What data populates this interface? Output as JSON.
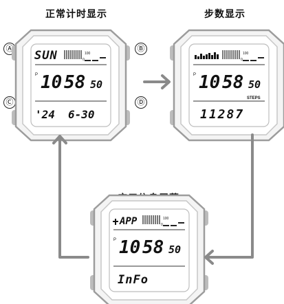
{
  "titles": {
    "normal": "正常计时显示",
    "steps": "步数显示",
    "app": "应用信息屏幕"
  },
  "buttons": {
    "a": "Ⓐ",
    "b": "Ⓑ",
    "c": "Ⓒ",
    "d": "Ⓓ"
  },
  "watches": {
    "normal": {
      "top": "SUN",
      "pm": "P",
      "hours": "10",
      "mins": "58",
      "secs": "50",
      "date_year": "'24",
      "date": "6-30",
      "scale_max": "100",
      "scale_min": "0"
    },
    "steps": {
      "pm": "P",
      "hours": "10",
      "mins": "58",
      "secs": "50",
      "steps_label": "STEPS",
      "steps_value": "11287",
      "scale_max": "100",
      "scale_min": "0"
    },
    "app": {
      "top": "APP",
      "pm": "P",
      "hours": "10",
      "mins": "58",
      "secs": "50",
      "bottom": "InFo",
      "scale_max": "100",
      "scale_min": "0"
    }
  }
}
